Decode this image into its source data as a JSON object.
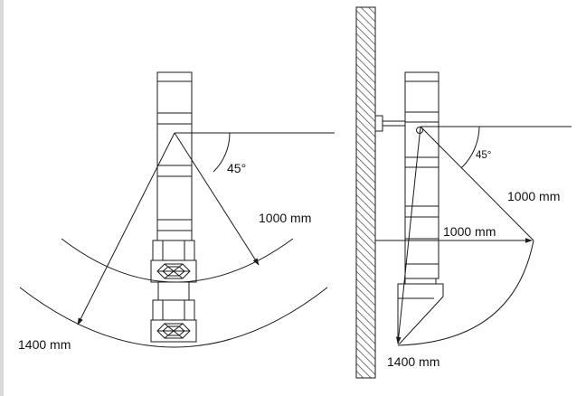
{
  "left_diagram": {
    "angle_label": "45°",
    "distance_label": "1000 mm",
    "radius_label": "1400 mm"
  },
  "right_diagram": {
    "angle_label": "45°",
    "diagonal_label": "1000 mm",
    "horizontal_label": "1000 mm",
    "radius_label": "1400 mm"
  },
  "colors": {
    "line": "#1a1a1a",
    "wall_hatch": "#555555",
    "background": "#ffffff"
  }
}
